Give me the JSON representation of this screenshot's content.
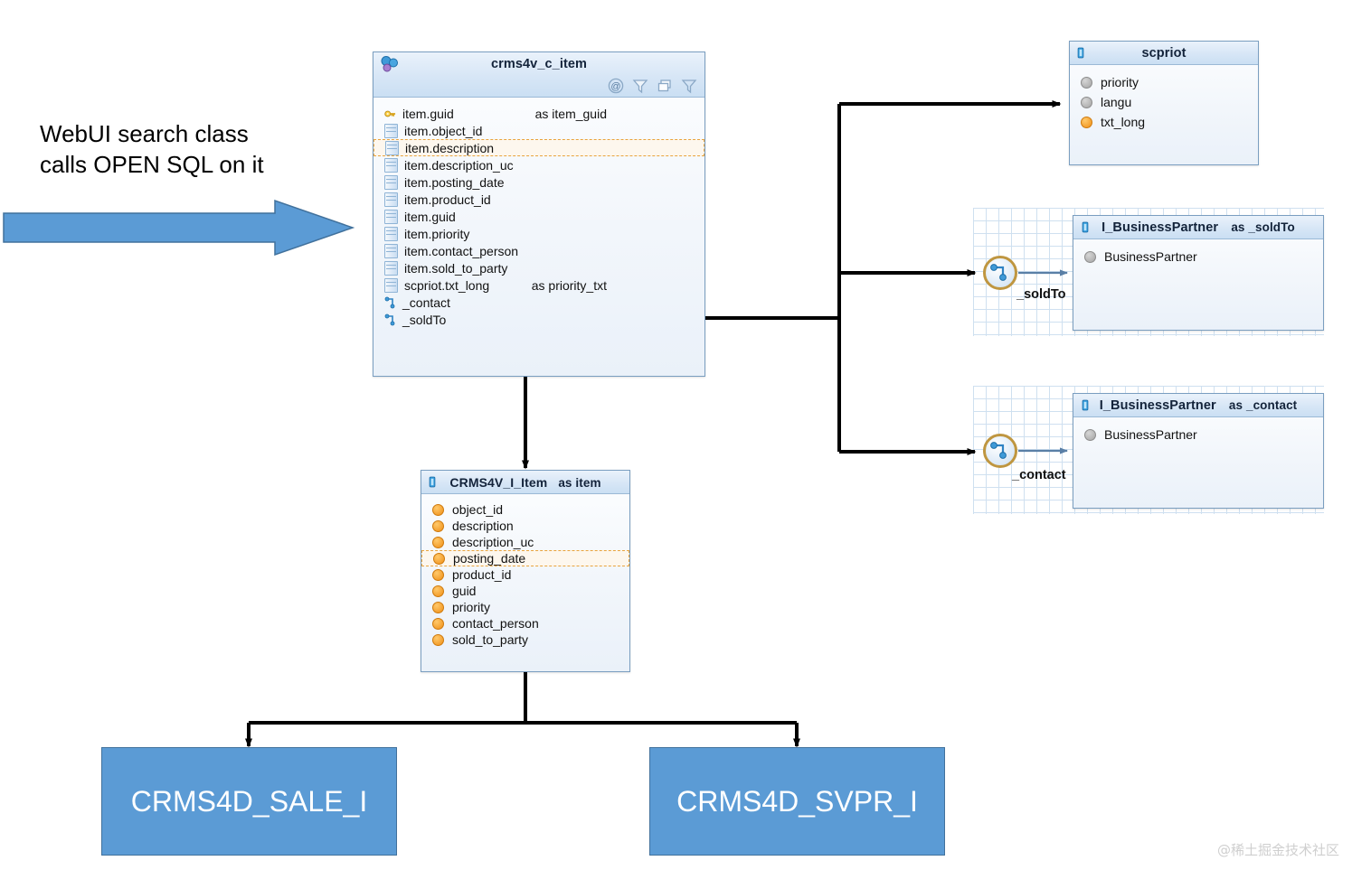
{
  "annotation": {
    "line1": "WebUI search class",
    "line2": "calls OPEN SQL on it",
    "arrow_icon": "big-blue-right-arrow",
    "arrow_color": "#5b9bd5"
  },
  "main_view": {
    "icon": "cds-view-icon",
    "title": "crms4v_c_item",
    "toolbar": [
      {
        "name": "annotation-at-icon",
        "glyph": "@"
      },
      {
        "name": "filter-icon",
        "glyph": "funnel"
      },
      {
        "name": "copy-layers-icon",
        "glyph": "layers"
      },
      {
        "name": "filter-outline-icon",
        "glyph": "funnel-outline"
      }
    ],
    "fields": [
      {
        "icon": "key-icon",
        "name": "item.guid",
        "as": "as item_guid",
        "selected": false
      },
      {
        "icon": "column-icon",
        "name": "item.object_id",
        "as": "",
        "selected": false
      },
      {
        "icon": "column-icon",
        "name": "item.description",
        "as": "",
        "selected": true
      },
      {
        "icon": "column-icon",
        "name": "item.description_uc",
        "as": "",
        "selected": false
      },
      {
        "icon": "column-icon",
        "name": "item.posting_date",
        "as": "",
        "selected": false
      },
      {
        "icon": "column-icon",
        "name": "item.product_id",
        "as": "",
        "selected": false
      },
      {
        "icon": "column-icon",
        "name": "item.guid",
        "as": "",
        "selected": false
      },
      {
        "icon": "column-icon",
        "name": "item.priority",
        "as": "",
        "selected": false
      },
      {
        "icon": "column-icon",
        "name": "item.contact_person",
        "as": "",
        "selected": false
      },
      {
        "icon": "column-icon",
        "name": "item.sold_to_party",
        "as": "",
        "selected": false
      },
      {
        "icon": "column-icon",
        "name": "scpriot.txt_long",
        "as": "as priority_txt",
        "selected": false
      },
      {
        "icon": "association-icon",
        "name": "_contact",
        "as": "",
        "selected": false
      },
      {
        "icon": "association-icon",
        "name": "_soldTo",
        "as": "",
        "selected": false
      }
    ]
  },
  "scpriot": {
    "icon": "table-icon",
    "title": "scpriot",
    "fields": [
      {
        "icon": "gray-dot-icon",
        "name": "priority"
      },
      {
        "icon": "gray-dot-icon",
        "name": "langu"
      },
      {
        "icon": "orange-dot-icon",
        "name": "txt_long"
      }
    ]
  },
  "soldto_entity": {
    "icon": "table-icon",
    "title": "I_BusinessPartner",
    "alias": "as _soldTo",
    "assoc_label": "_soldTo",
    "assoc_icon": "association-circle-icon",
    "fields": [
      {
        "icon": "gray-dot-icon",
        "name": "BusinessPartner"
      }
    ]
  },
  "contact_entity": {
    "icon": "table-icon",
    "title": "I_BusinessPartner",
    "alias": "as _contact",
    "assoc_label": "_contact",
    "assoc_icon": "association-circle-icon",
    "fields": [
      {
        "icon": "gray-dot-icon",
        "name": "BusinessPartner"
      }
    ]
  },
  "item_entity": {
    "icon": "table-icon",
    "title": "CRMS4V_I_Item",
    "alias": "as item",
    "fields": [
      {
        "icon": "orange-dot-icon",
        "name": "object_id",
        "selected": false
      },
      {
        "icon": "orange-dot-icon",
        "name": "description",
        "selected": false
      },
      {
        "icon": "orange-dot-icon",
        "name": "description_uc",
        "selected": false
      },
      {
        "icon": "orange-dot-icon",
        "name": "posting_date",
        "selected": true
      },
      {
        "icon": "orange-dot-icon",
        "name": "product_id",
        "selected": false
      },
      {
        "icon": "orange-dot-icon",
        "name": "guid",
        "selected": false
      },
      {
        "icon": "orange-dot-icon",
        "name": "priority",
        "selected": false
      },
      {
        "icon": "orange-dot-icon",
        "name": "contact_person",
        "selected": false
      },
      {
        "icon": "orange-dot-icon",
        "name": "sold_to_party",
        "selected": false
      }
    ]
  },
  "tables": [
    {
      "label": "CRMS4D_SALE_I"
    },
    {
      "label": "CRMS4D_SVPR_I"
    }
  ],
  "watermark": "@稀土掘金技术社区",
  "colors": {
    "flat_blue": "#5b9bd5",
    "flat_blue_border": "#41719c",
    "entity_border": "#7a9ec0",
    "grid_line": "#cfe0f0",
    "orange": "#ef8f16",
    "gray": "#a3a3a3",
    "assoc_ring": "#bf9640"
  }
}
